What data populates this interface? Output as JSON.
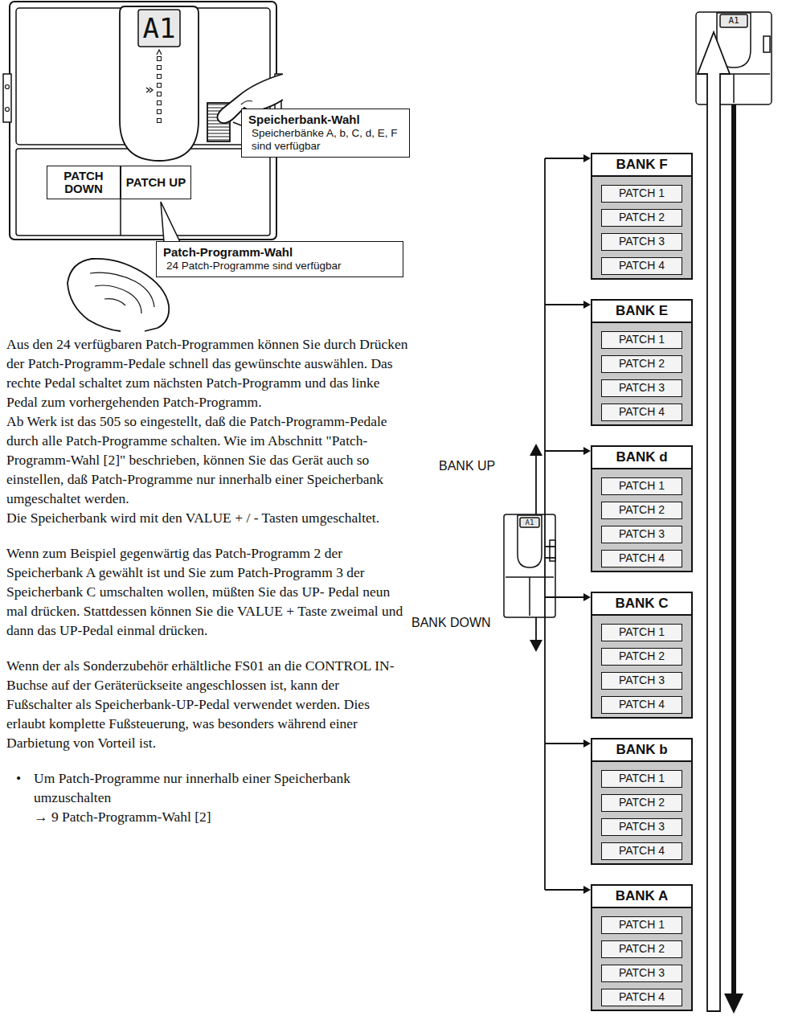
{
  "diagram": {
    "nodes": [
      {
        "text": [
          "Speicherbank-Wahl",
          "Speicherbänke A, b, C, d, E, F sind verfügbar"
        ]
      },
      {
        "text": [
          "PATCH DOWN"
        ]
      },
      {
        "text": [
          "PATCH UP"
        ]
      },
      {
        "text": [
          "Patch-Programm-Wahl",
          "24 Patch-Programme sind verfügbar"
        ]
      },
      {
        "text": [
          "BANK F"
        ]
      },
      {
        "text": [
          "PATCH 1"
        ],
        "in": 4
      },
      {
        "text": [
          "PATCH 2"
        ],
        "in": 4
      },
      {
        "text": [
          "PATCH 3"
        ],
        "in": 4
      },
      {
        "text": [
          "PATCH 4"
        ],
        "in": 4
      },
      {
        "text": [
          "BANK E"
        ]
      },
      {
        "text": [
          "PATCH 1"
        ],
        "in": 9
      },
      {
        "text": [
          "PATCH 2"
        ],
        "in": 9
      },
      {
        "text": [
          "PATCH 3"
        ],
        "in": 9
      },
      {
        "text": [
          "PATCH 4"
        ],
        "in": 9
      },
      {
        "text": [
          "BANK d"
        ]
      },
      {
        "text": [
          "PATCH 1"
        ],
        "in": 14
      },
      {
        "text": [
          "PATCH 2"
        ],
        "in": 14
      },
      {
        "text": [
          "PATCH 3"
        ],
        "in": 14
      },
      {
        "text": [
          "PATCH 4"
        ],
        "in": 14
      },
      {
        "text": [
          "BANK C"
        ]
      },
      {
        "text": [
          "PATCH 1"
        ],
        "in": 19
      },
      {
        "text": [
          "PATCH 2"
        ],
        "in": 19
      },
      {
        "text": [
          "PATCH 3"
        ],
        "in": 19
      },
      {
        "text": [
          "PATCH 4"
        ],
        "in": 19
      },
      {
        "text": [
          "BANK b"
        ]
      },
      {
        "text": [
          "PATCH 1"
        ],
        "in": 24
      },
      {
        "text": [
          "PATCH 2"
        ],
        "in": 24
      },
      {
        "text": [
          "PATCH 3"
        ],
        "in": 24
      },
      {
        "text": [
          "PATCH 4"
        ],
        "in": 24
      },
      {
        "text": [
          "BANK A"
        ]
      },
      {
        "text": [
          "PATCH 1"
        ],
        "in": 29
      },
      {
        "text": [
          "PATCH 2"
        ],
        "in": 29
      },
      {
        "text": [
          "PATCH 3"
        ],
        "in": 29
      },
      {
        "text": [
          "PATCH 4"
        ],
        "in": 29
      }
    ],
    "labels": [
      "A1",
      "A1",
      "A1",
      "BANK UP",
      "BANK DOWN",
      "Aus den 24 verfügbaren Patch-Programmen können Sie durch Drücken der Patch-Programm-Pedale schnell das gewünschte auswählen. Das rechte Pedal schaltet zum nächsten Patch-Programm und das linke Pedal zum vorhergehenden Patch-Programm.",
      "Ab Werk ist das 505 so eingestellt, daß die Patch-Programm-Pedale durch alle Patch-Programme schalten. Wie im Abschnitt \"Patch-Programm-Wahl [2]\" beschrieben, können Sie das Gerät auch so einstellen, daß Patch-Programme nur innerhalb einer Speicherbank umgeschaltet werden.",
      "Die Speicherbank wird mit den VALUE + / - Tasten umgeschaltet.",
      "Wenn zum Beispiel gegenwärtig das Patch-Programm 2 der Speicherbank A gewählt ist und Sie zum Patch-Programm 3 der Speicherbank C umschalten wollen, müßten Sie das UP- Pedal neun mal drücken. Stattdessen können Sie die VALUE + Taste zweimal und dann das UP-Pedal einmal drücken.",
      "Wenn der als Sonderzubehör erhältliche FS01 an die CONTROL IN-Buchse auf der Geräterückseite angeschlossen ist, kann der Fußschalter als Speicherbank-UP-Pedal verwendet werden. Dies erlaubt komplette Fußsteuerung, was besonders während einer Darbietung von Vorteil ist.",
      "•",
      "Um Patch-Programme nur innerhalb einer Speicherbank umzuschalten",
      "→ 9 Patch-Programm-Wahl [2]"
    ]
  }
}
